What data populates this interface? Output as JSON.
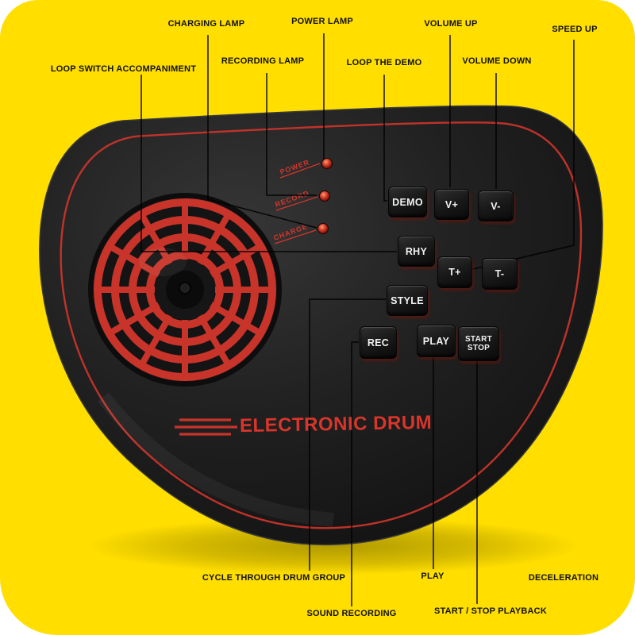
{
  "colors": {
    "background": "#FFDE00",
    "body": "#1E1E1E",
    "accent_red": "#C8342A",
    "brand_red": "#D8352B",
    "label_text": "#121212",
    "button_text": "#F2F2F2"
  },
  "device": {
    "title": "ELECTRONIC DRUM",
    "leds": [
      {
        "label": "POWER"
      },
      {
        "label": "RECORD"
      },
      {
        "label": "CHARGE"
      }
    ],
    "buttons": {
      "demo": "DEMO",
      "volume_up": "V+",
      "volume_down": "V-",
      "rhythm": "RHY",
      "tempo_up": "T+",
      "tempo_down": "T-",
      "style": "STYLE",
      "record": "REC",
      "play": "PLAY",
      "start_stop_line1": "START",
      "start_stop_line2": "STOP"
    }
  },
  "callouts": {
    "charging_lamp": "CHARGING LAMP",
    "power_lamp": "POWER LAMP",
    "volume_up": "VOLUME UP",
    "speed_up": "SPEED UP",
    "loop_switch_accompaniment": "LOOP SWITCH ACCOMPANIMENT",
    "recording_lamp": "RECORDING LAMP",
    "loop_the_demo": "LOOP THE DEMO",
    "volume_down": "VOLUME DOWN",
    "cycle_through_drum_group": "CYCLE THROUGH DRUM GROUP",
    "play": "PLAY",
    "deceleration": "DECELERATION",
    "sound_recording": "SOUND RECORDING",
    "start_stop_playback": "START / STOP PLAYBACK"
  }
}
